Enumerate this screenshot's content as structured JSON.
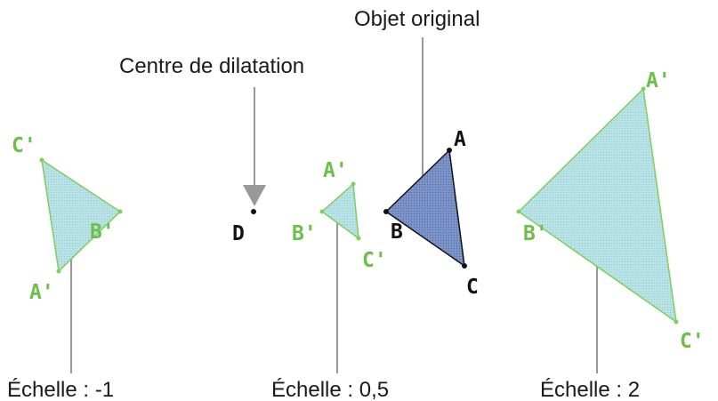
{
  "labels": {
    "original": "Objet original",
    "center": "Centre de dilatation",
    "scale_neg1": "Échelle : -1",
    "scale_half": "Échelle : 0,5",
    "scale_2": "Échelle : 2"
  },
  "vertices": {
    "original_a": "A",
    "original_b": "B",
    "original_c": "C",
    "center_d": "D",
    "half_a": "A'",
    "half_b": "B'",
    "half_c": "C'",
    "neg1_a": "A'",
    "neg1_b": "B'",
    "neg1_c": "C'",
    "double_a": "A'",
    "double_b": "B'",
    "double_c": "C'"
  },
  "colors": {
    "image_fill": "#b8e2e6",
    "image_stroke": "#7fcf5a",
    "image_label": "#6cc04a",
    "original_fill": "#6f89c0",
    "original_stroke": "#111111",
    "pointer": "#999999",
    "text": "#1a1a1a"
  }
}
